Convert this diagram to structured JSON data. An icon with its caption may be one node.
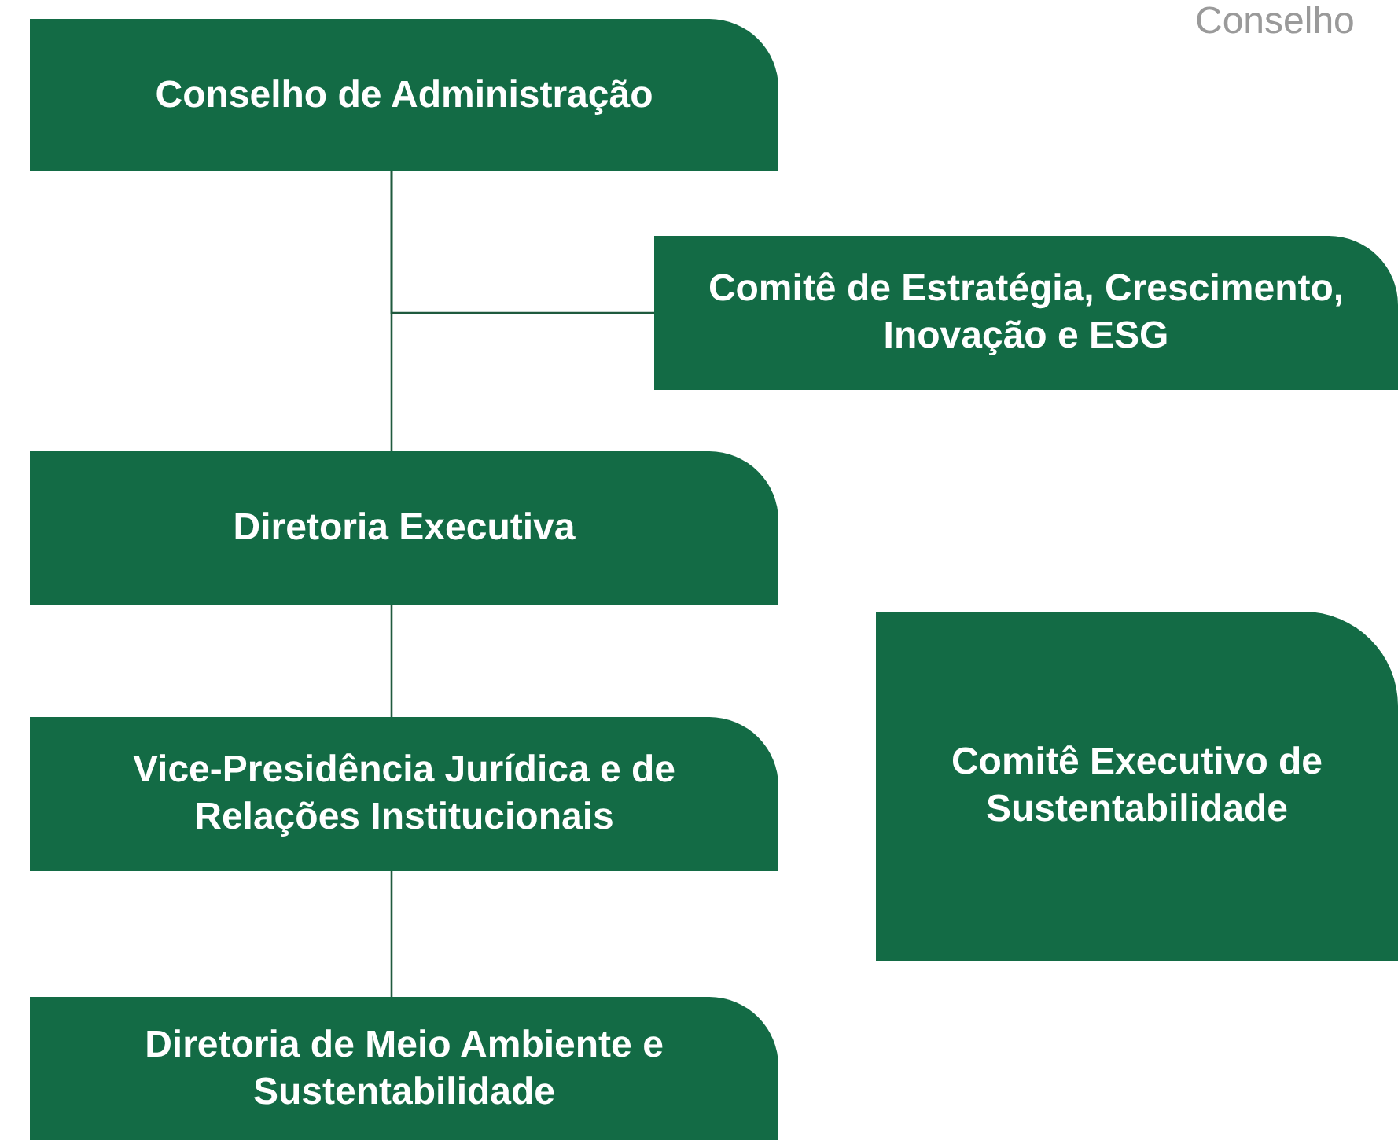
{
  "diagram": {
    "nodes": [
      {
        "text": [
          "Conselho de Administração"
        ]
      },
      {
        "text": [
          "Comitê de Estratégia, Crescimento, Inovação e ESG"
        ]
      },
      {
        "text": [
          "Diretoria Executiva"
        ]
      },
      {
        "text": [
          "Vice-Presidência Jurídica e de Relações Institucionais"
        ]
      },
      {
        "text": [
          "Diretoria de Meio Ambiente e Sustentabilidade"
        ]
      },
      {
        "text": [
          "Comitê Executivo de Sustentabilidade"
        ]
      }
    ],
    "edges": [
      {
        "from": 0,
        "to": 1,
        "arrow": "none"
      },
      {
        "from": 0,
        "to": 2,
        "arrow": "none"
      },
      {
        "from": 2,
        "to": 3,
        "arrow": "none"
      },
      {
        "from": 3,
        "to": 4,
        "arrow": "none"
      }
    ],
    "labels": [
      "Conselho"
    ]
  }
}
